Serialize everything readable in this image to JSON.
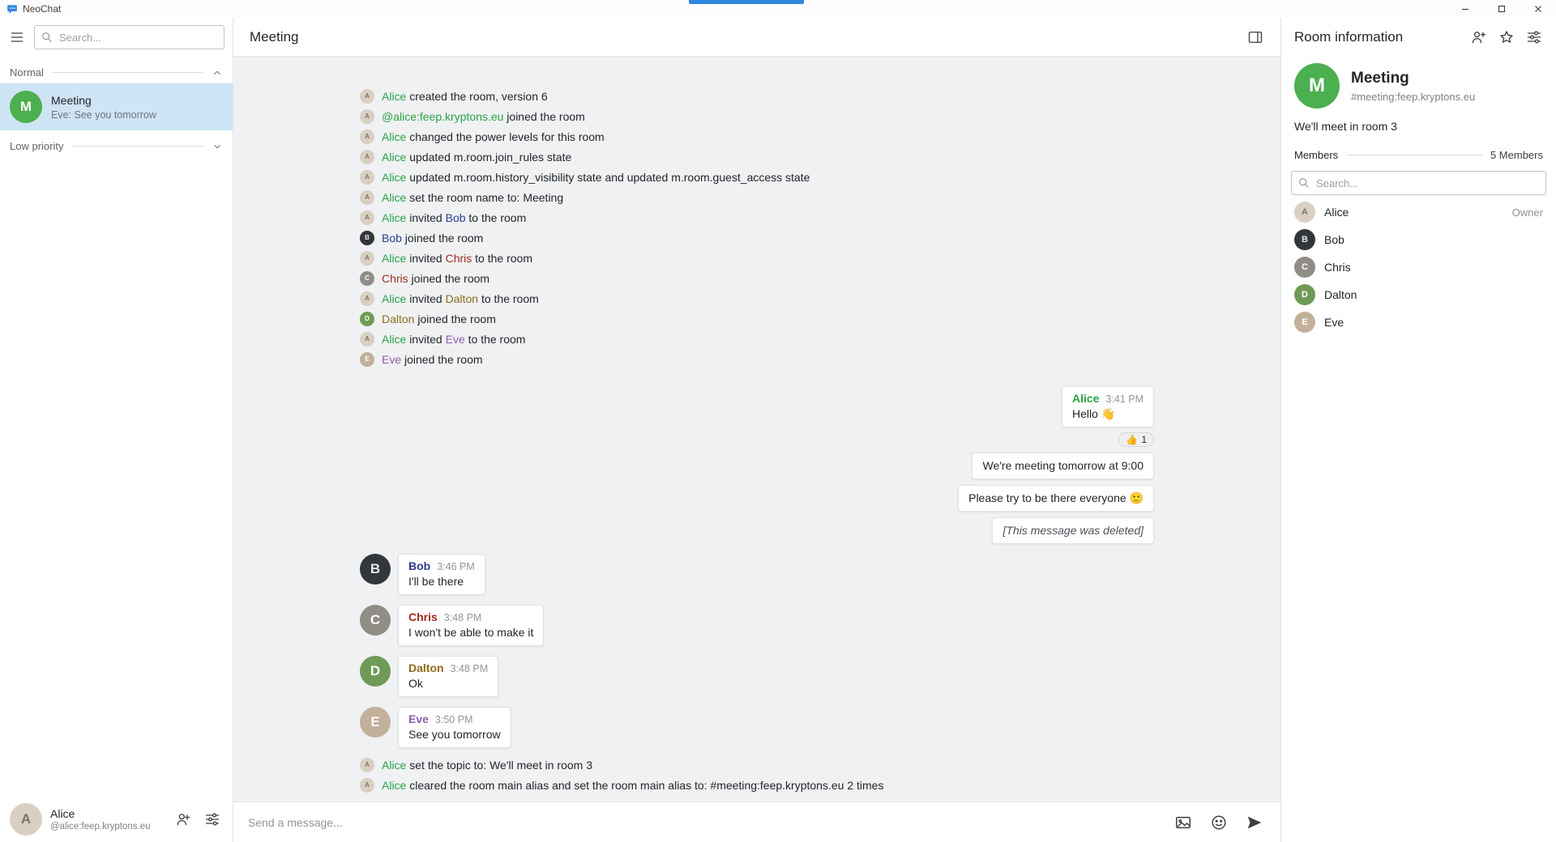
{
  "window": {
    "title": "NeoChat"
  },
  "colors": {
    "accent": "#3daee9",
    "selected_room_bg": "#cfe4f5",
    "chat_bg": "#eff1f3",
    "users": {
      "alice": "#29a347",
      "bob": "#2c3d8f",
      "chris": "#9e2b1f",
      "dalton": "#8f6c1c",
      "eve": "#8c5fa8"
    }
  },
  "avatars": {
    "alice": {
      "initial": "A",
      "bg": "#d9d0c2",
      "fg": "#7c7466"
    },
    "bob": {
      "initial": "B",
      "bg": "#33363a",
      "fg": "#e6e6e6"
    },
    "chris": {
      "initial": "C",
      "bg": "#8f8d86",
      "fg": "#ffffff"
    },
    "dalton": {
      "initial": "D",
      "bg": "#6f9a55",
      "fg": "#ffffff"
    },
    "eve": {
      "initial": "E",
      "bg": "#c2b09a",
      "fg": "#ffffff"
    }
  },
  "sidebar": {
    "search_placeholder": "Search...",
    "sections": [
      {
        "label": "Normal",
        "expanded": true,
        "rooms": [
          {
            "name": "Meeting",
            "preview": "Eve: See you tomorrow",
            "selected": true
          }
        ]
      },
      {
        "label": "Low priority",
        "expanded": false,
        "rooms": []
      }
    ],
    "user": {
      "name": "Alice",
      "id": "@alice:feep.kryptons.eu"
    }
  },
  "main": {
    "header": {
      "title": "Meeting"
    },
    "composer": {
      "placeholder": "Send a message..."
    },
    "timeline": [
      {
        "type": "state",
        "avatar": "alice",
        "segments": [
          {
            "t": "Alice",
            "c": "alice"
          },
          {
            "t": " created the room, version 6"
          }
        ]
      },
      {
        "type": "state",
        "avatar": "alice",
        "segments": [
          {
            "t": "@alice:feep.kryptons.eu",
            "c": "alice"
          },
          {
            "t": " joined the room"
          }
        ]
      },
      {
        "type": "state",
        "avatar": "alice",
        "segments": [
          {
            "t": "Alice",
            "c": "alice"
          },
          {
            "t": " changed the power levels for this room"
          }
        ]
      },
      {
        "type": "state",
        "avatar": "alice",
        "segments": [
          {
            "t": "Alice",
            "c": "alice"
          },
          {
            "t": " updated m.room.join_rules state"
          }
        ]
      },
      {
        "type": "state",
        "avatar": "alice",
        "segments": [
          {
            "t": "Alice",
            "c": "alice"
          },
          {
            "t": " updated m.room.history_visibility state and updated m.room.guest_access state"
          }
        ]
      },
      {
        "type": "state",
        "avatar": "alice",
        "segments": [
          {
            "t": "Alice",
            "c": "alice"
          },
          {
            "t": " set the room name to: Meeting"
          }
        ]
      },
      {
        "type": "state",
        "avatar": "alice",
        "segments": [
          {
            "t": "Alice",
            "c": "alice"
          },
          {
            "t": " invited "
          },
          {
            "t": "Bob",
            "c": "bob"
          },
          {
            "t": " to the room"
          }
        ]
      },
      {
        "type": "state",
        "avatar": "bob",
        "segments": [
          {
            "t": "Bob",
            "c": "bob"
          },
          {
            "t": " joined the room"
          }
        ]
      },
      {
        "type": "state",
        "avatar": "alice",
        "segments": [
          {
            "t": "Alice",
            "c": "alice"
          },
          {
            "t": " invited "
          },
          {
            "t": "Chris",
            "c": "chris"
          },
          {
            "t": " to the room"
          }
        ]
      },
      {
        "type": "state",
        "avatar": "chris",
        "segments": [
          {
            "t": "Chris",
            "c": "chris"
          },
          {
            "t": " joined the room"
          }
        ]
      },
      {
        "type": "state",
        "avatar": "alice",
        "segments": [
          {
            "t": "Alice",
            "c": "alice"
          },
          {
            "t": " invited "
          },
          {
            "t": "Dalton",
            "c": "dalton"
          },
          {
            "t": " to the room"
          }
        ]
      },
      {
        "type": "state",
        "avatar": "dalton",
        "segments": [
          {
            "t": "Dalton",
            "c": "dalton"
          },
          {
            "t": " joined the room"
          }
        ]
      },
      {
        "type": "state",
        "avatar": "alice",
        "segments": [
          {
            "t": "Alice",
            "c": "alice"
          },
          {
            "t": " invited "
          },
          {
            "t": "Eve",
            "c": "eve"
          },
          {
            "t": " to the room"
          }
        ]
      },
      {
        "type": "state",
        "avatar": "eve",
        "segments": [
          {
            "t": "Eve",
            "c": "eve"
          },
          {
            "t": " joined the room"
          }
        ]
      },
      {
        "type": "gap",
        "h": 14
      },
      {
        "type": "own",
        "header": {
          "name": "Alice",
          "color": "alice",
          "time": "3:41 PM"
        },
        "text": "Hello 👋",
        "reactions": [
          {
            "emoji": "👍",
            "count": "1"
          }
        ]
      },
      {
        "type": "own",
        "text": "We're meeting tomorrow at 9:00"
      },
      {
        "type": "own",
        "text": "Please try to be there everyone 🙂"
      },
      {
        "type": "own",
        "text": "[This message was deleted]",
        "deleted": true
      },
      {
        "type": "other",
        "sender": "Bob",
        "color": "bob",
        "avatar": "bob",
        "time": "3:46 PM",
        "text": "I'll be there"
      },
      {
        "type": "other",
        "sender": "Chris",
        "color": "chris",
        "avatar": "chris",
        "time": "3:48 PM",
        "text": "I won't be able to make it"
      },
      {
        "type": "other",
        "sender": "Dalton",
        "color": "dalton",
        "avatar": "dalton",
        "time": "3:48 PM",
        "text": "Ok"
      },
      {
        "type": "other",
        "sender": "Eve",
        "color": "eve",
        "avatar": "eve",
        "time": "3:50 PM",
        "text": "See you tomorrow"
      },
      {
        "type": "gap",
        "h": 8
      },
      {
        "type": "state",
        "avatar": "alice",
        "segments": [
          {
            "t": "Alice",
            "c": "alice"
          },
          {
            "t": " set the topic to: We'll meet in room 3"
          }
        ]
      },
      {
        "type": "state",
        "avatar": "alice",
        "segments": [
          {
            "t": "Alice",
            "c": "alice"
          },
          {
            "t": " cleared the room main alias and set the room main alias to: #meeting:feep.kryptons.eu 2 times"
          }
        ]
      }
    ]
  },
  "room_info": {
    "title": "Room information",
    "room": {
      "name": "Meeting",
      "alias": "#meeting:feep.kryptons.eu",
      "topic": "We'll meet in room 3",
      "avatar": {
        "initial": "M",
        "bg": "#4caf50",
        "fg": "#ffffff"
      }
    },
    "members_label": "Members",
    "members_count": "5 Members",
    "search_placeholder": "Search...",
    "members": [
      {
        "name": "Alice",
        "avatar": "alice",
        "role": "Owner"
      },
      {
        "name": "Bob",
        "avatar": "bob"
      },
      {
        "name": "Chris",
        "avatar": "chris"
      },
      {
        "name": "Dalton",
        "avatar": "dalton"
      },
      {
        "name": "Eve",
        "avatar": "eve"
      }
    ]
  }
}
